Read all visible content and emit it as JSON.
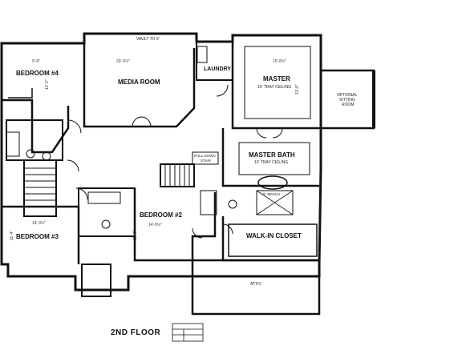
{
  "rooms": {
    "bedroom4": {
      "name": "BEDROOM #4",
      "dim": "9'-9\"",
      "dim2": "12'-2\""
    },
    "media": {
      "name": "MEDIA ROOM",
      "dim": "20'-3½\"",
      "vault": "VAULT TO 9'"
    },
    "laundry": {
      "name": "LAUNDRY"
    },
    "master": {
      "name": "MASTER",
      "note": "10' TRAY CEILING",
      "dim": "15'-8½\"",
      "dim2": "13'-8\""
    },
    "optional_sitting": {
      "line1": "OPTIONAL",
      "line2": "SITTING",
      "line3": "ROOM"
    },
    "pull_down_stair": {
      "line1": "PULL DOWN",
      "line2": "STAIR"
    },
    "master_bath": {
      "name": "MASTER BATH",
      "note": "10' TRAY CEILING"
    },
    "bench": {
      "label": "6\" BENCH"
    },
    "bedroom2": {
      "name": "BEDROOM #2",
      "dim": "14'-3½\"",
      "dim2": "11'-6\""
    },
    "bedroom3": {
      "name": "BEDROOM #3",
      "dim": "14'-3½\"",
      "dim2": "11'-4\""
    },
    "walkin": {
      "name": "WALK-IN CLOSET"
    },
    "attic": {
      "name": "ATTIC"
    }
  },
  "floor_label": "2ND FLOOR",
  "colors": {
    "line": "#111111",
    "background": "#ffffff"
  }
}
